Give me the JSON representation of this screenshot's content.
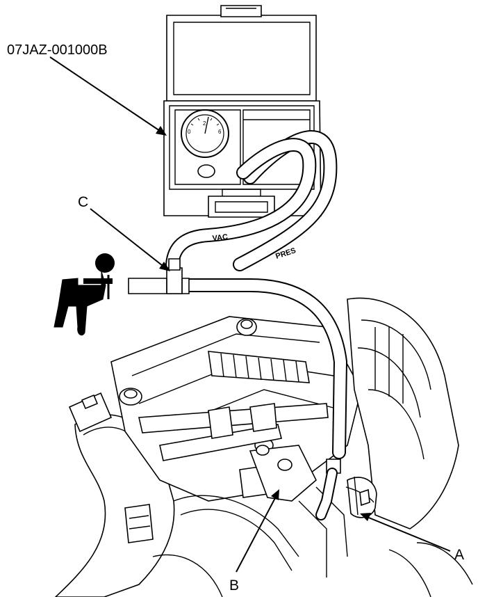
{
  "diagram": {
    "tool_part_number": "07JAZ-001000B",
    "callouts": [
      "A",
      "B",
      "C"
    ],
    "hose_labels": {
      "vacuum": "VAC",
      "pressure": "PRES"
    },
    "gauge_scale_labels": [
      "0",
      "2",
      "6"
    ],
    "colors": {
      "line": "#000000",
      "background": "#ffffff"
    }
  }
}
